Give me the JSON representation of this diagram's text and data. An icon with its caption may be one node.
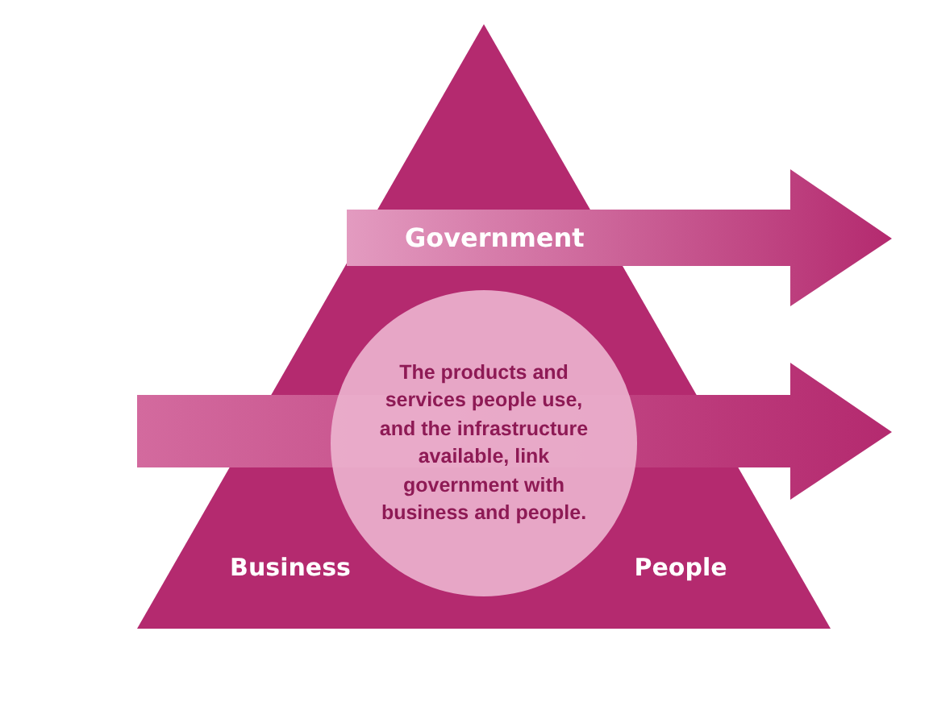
{
  "diagram": {
    "nodes": [
      {
        "text": [
          "Business",
          "People"
        ]
      },
      {
        "text": [
          "Government"
        ]
      },
      {
        "text": [
          "The products and services people use, and the infrastructure available, link government with business and people."
        ],
        "in": 0
      }
    ]
  }
}
